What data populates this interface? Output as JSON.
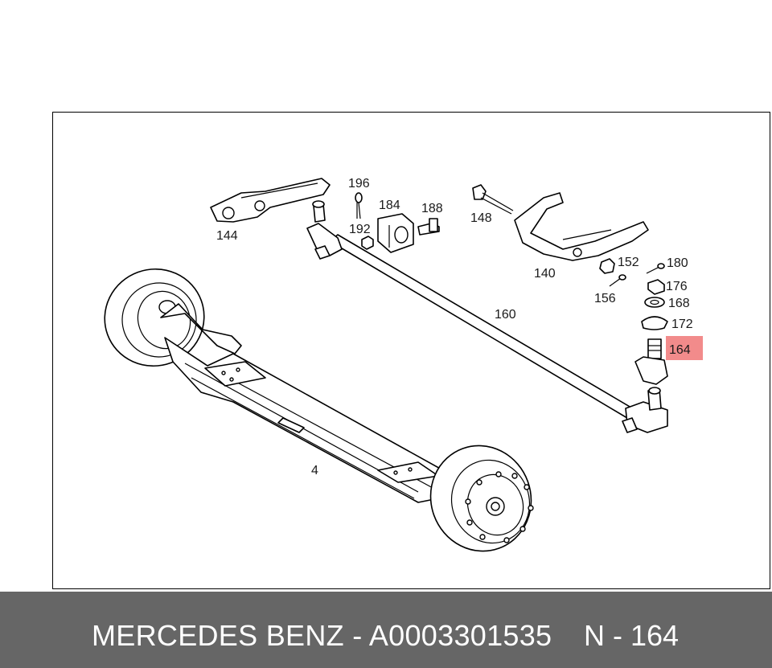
{
  "diagram": {
    "labels": {
      "p144": "144",
      "p196": "196",
      "p184": "184",
      "p188": "188",
      "p192": "192",
      "p148": "148",
      "p140": "140",
      "p152": "152",
      "p180": "180",
      "p176": "176",
      "p156": "156",
      "p168": "168",
      "p172": "172",
      "p164": "164",
      "p160": "160",
      "p4": "4"
    },
    "highlight_color": "#f28b8b"
  },
  "footer": {
    "brand": "MERCEDES BENZ - A0003301535",
    "ref": "N - 164",
    "background": "#666666"
  }
}
